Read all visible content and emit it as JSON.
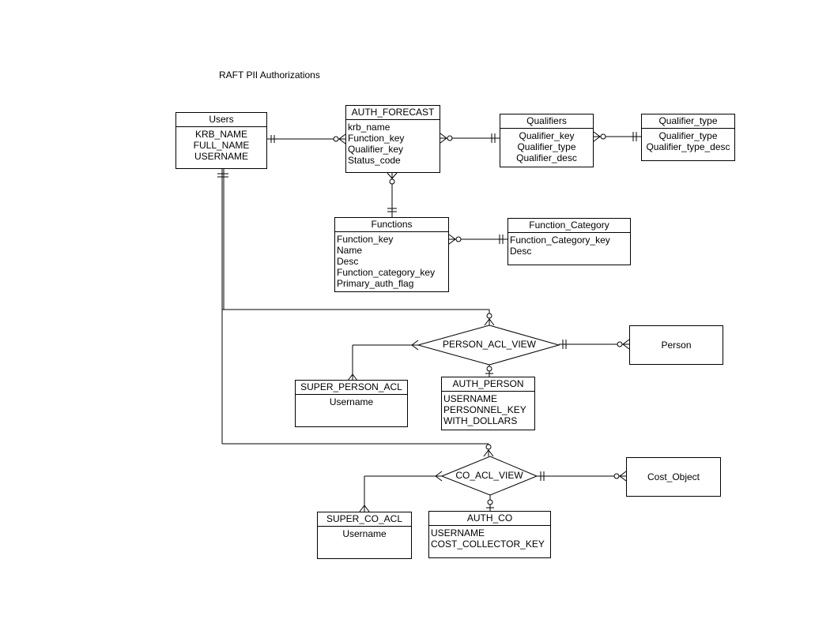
{
  "title": "RAFT PII Authorizations",
  "entities": {
    "users": {
      "name": "Users",
      "attrs": [
        "KRB_NAME",
        "FULL_NAME",
        "USERNAME"
      ]
    },
    "auth_forecast": {
      "name": "AUTH_FORECAST",
      "attrs": [
        "krb_name",
        "Function_key",
        "Qualifier_key",
        "Status_code"
      ]
    },
    "qualifiers": {
      "name": "Qualifiers",
      "attrs": [
        "Qualifier_key",
        "Qualifier_type",
        "Qualifier_desc"
      ]
    },
    "qualifier_type": {
      "name": "Qualifier_type",
      "attrs": [
        "Qualifier_type",
        "Qualifier_type_desc"
      ]
    },
    "functions": {
      "name": "Functions",
      "attrs": [
        "Function_key",
        "Name",
        "Desc",
        "Function_category_key",
        "Primary_auth_flag"
      ]
    },
    "function_category": {
      "name": "Function_Category",
      "attrs": [
        "Function_Category_key",
        "Desc"
      ]
    },
    "super_person_acl": {
      "name": "SUPER_PERSON_ACL",
      "attrs": [
        "Username"
      ]
    },
    "auth_person": {
      "name": "AUTH_PERSON",
      "attrs": [
        "USERNAME",
        "PERSONNEL_KEY",
        "WITH_DOLLARS"
      ]
    },
    "super_co_acl": {
      "name": "SUPER_CO_ACL",
      "attrs": [
        "Username"
      ]
    },
    "auth_co": {
      "name": "AUTH_CO",
      "attrs": [
        "USERNAME",
        "COST_COLLECTOR_KEY"
      ]
    }
  },
  "views": {
    "person_acl_view": "PERSON_ACL_VIEW",
    "co_acl_view": "CO_ACL_VIEW"
  },
  "external": {
    "person": "Person",
    "cost_object": "Cost_Object"
  }
}
